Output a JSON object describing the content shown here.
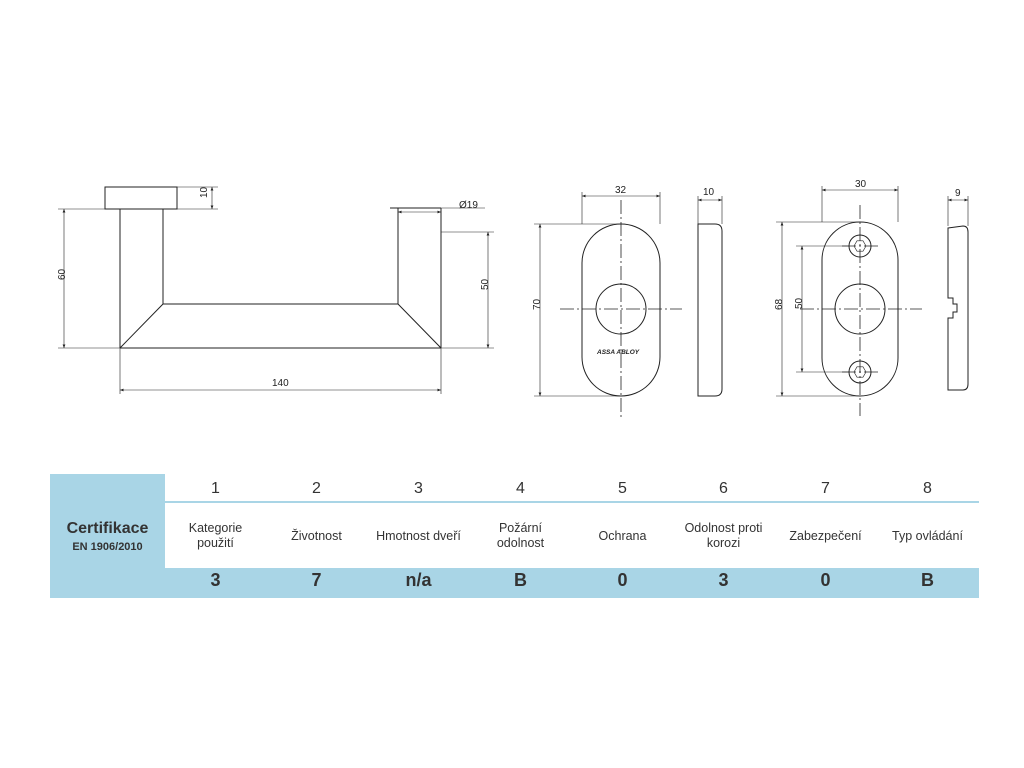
{
  "drawing": {
    "handle": {
      "dim_10": "10",
      "dim_diameter": "Ø19",
      "dim_60": "60",
      "dim_50": "50",
      "dim_140": "140"
    },
    "rosette": {
      "dim_32": "32",
      "dim_10": "10",
      "dim_70": "70",
      "brand": "ASSA ABLOY"
    },
    "escutcheon": {
      "dim_30": "30",
      "dim_9": "9",
      "dim_68": "68",
      "dim_50": "50"
    }
  },
  "certification": {
    "title": "Certifikace",
    "standard": "EN 1906/2010",
    "columns": [
      {
        "num": "1",
        "name": "Kategorie\npoužití",
        "value": "3"
      },
      {
        "num": "2",
        "name": "Životnost",
        "value": "7"
      },
      {
        "num": "3",
        "name": "Hmotnost dveří",
        "value": "n/a"
      },
      {
        "num": "4",
        "name": "Požární\nodolnost",
        "value": "B"
      },
      {
        "num": "5",
        "name": "Ochrana",
        "value": "0"
      },
      {
        "num": "6",
        "name": "Odolnost proti\nkorozi",
        "value": "3"
      },
      {
        "num": "7",
        "name": "Zabezpečení",
        "value": "0"
      },
      {
        "num": "8",
        "name": "Typ ovládání",
        "value": "B"
      }
    ]
  }
}
